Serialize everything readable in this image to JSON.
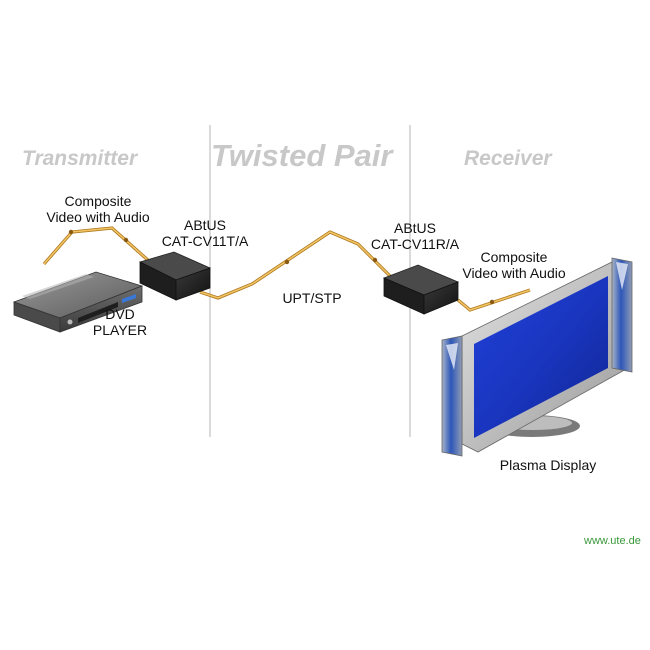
{
  "sections": {
    "transmitter": "Transmitter",
    "twisted_pair": "Twisted Pair",
    "receiver": "Receiver"
  },
  "labels": {
    "composite_left_1": "Composite",
    "composite_left_2": "Video with Audio",
    "transmitter_brand": "ABtUS",
    "transmitter_model": "CAT-CV11T/A",
    "receiver_brand": "ABtUS",
    "receiver_model": "CAT-CV11R/A",
    "composite_right_1": "Composite",
    "composite_right_2": "Video with Audio",
    "cable": "UPT/STP",
    "dvd_1": "DVD",
    "dvd_2": "PLAYER",
    "display": "Plasma Display"
  },
  "watermark": "www.ute.de",
  "colors": {
    "cable": "#e8b04a",
    "section_text": "#c8c8c8",
    "divider": "#b5b5b5",
    "screen": "#1a3cc8",
    "watermark": "#3a9a3a"
  },
  "icons": [
    "dvd-player-icon",
    "transmitter-box-icon",
    "receiver-box-icon",
    "plasma-display-icon"
  ]
}
